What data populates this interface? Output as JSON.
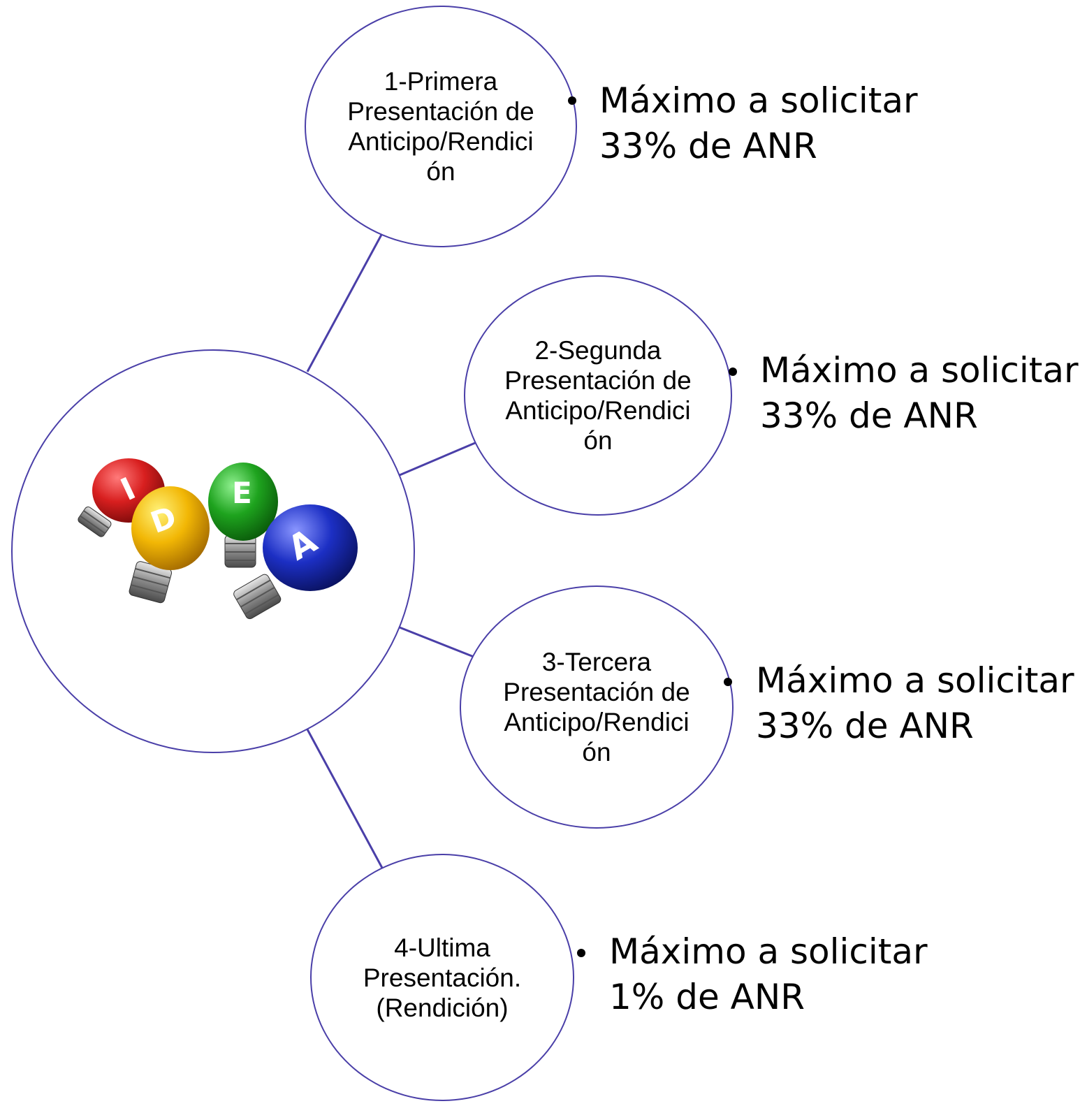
{
  "hub": {
    "image": "idea-lightbulbs",
    "letters": [
      "I",
      "D",
      "E",
      "A"
    ],
    "colors": {
      "i": "#d81f1f",
      "d": "#f2b705",
      "e": "#1ea31e",
      "a": "#1c2fc4"
    }
  },
  "stages": [
    {
      "title": "1-Primera Presentación de Anticipo/Rendición",
      "line1": "Máximo a solicitar",
      "line2": "33% de ANR"
    },
    {
      "title": "2-Segunda Presentación de Anticipo/Rendición",
      "line1": "Máximo a solicitar",
      "line2": "33% de ANR"
    },
    {
      "title": "3-Tercera Presentación de Anticipo/Rendición",
      "line1": "Máximo a solicitar",
      "line2": "33% de ANR"
    },
    {
      "title": "4-Ultima Presentación. (Rendición)",
      "line1": "Máximo a solicitar",
      "line2": "1% de ANR"
    }
  ],
  "colors": {
    "outline": "#4a3fa8"
  }
}
